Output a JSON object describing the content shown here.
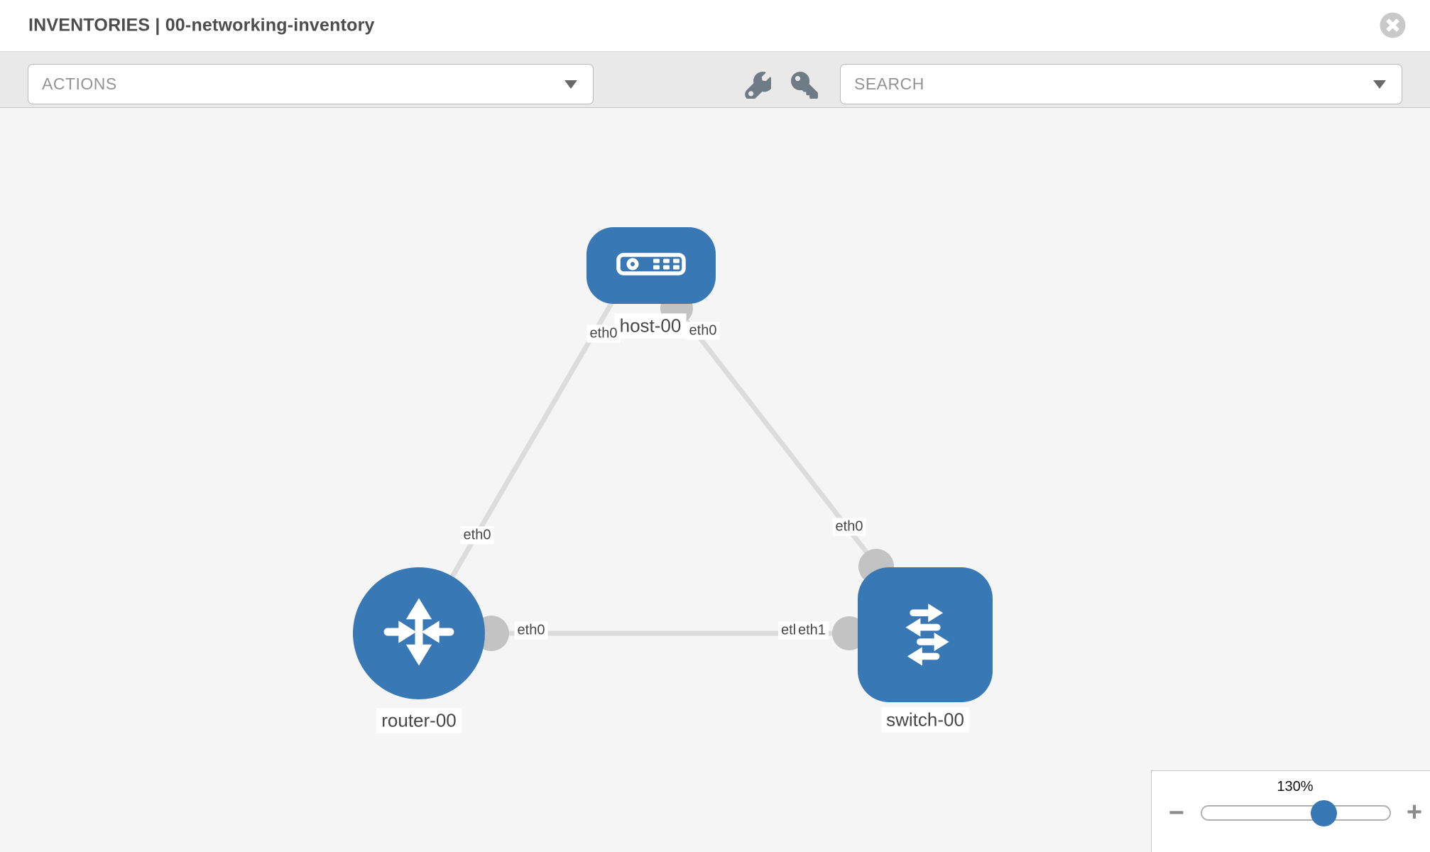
{
  "header": {
    "title": "INVENTORIES | 00-networking-inventory"
  },
  "toolbar": {
    "actions_label": "ACTIONS",
    "search_placeholder": "SEARCH",
    "icons": [
      "wrench-icon",
      "key-icon"
    ]
  },
  "topology": {
    "nodes": [
      {
        "id": "host-00",
        "label": "host-00",
        "type": "host"
      },
      {
        "id": "router-00",
        "label": "router-00",
        "type": "router"
      },
      {
        "id": "switch-00",
        "label": "switch-00",
        "type": "switch"
      }
    ],
    "edges": [
      {
        "from": "host-00",
        "to": "router-00",
        "from_label": "eth0",
        "to_label": "eth0"
      },
      {
        "from": "host-00",
        "to": "switch-00",
        "from_label": "eth0",
        "to_label": "eth0"
      },
      {
        "from": "router-00",
        "to": "switch-00",
        "from_label": "eth0",
        "to_label": "eth1",
        "to_label_overlapped": "eth2"
      }
    ]
  },
  "zoom_control": {
    "level": "130%",
    "minus_label": "−",
    "plus_label": "+"
  },
  "colors": {
    "node_blue": "#3878b4",
    "edge_gray": "#dcdcdc",
    "interface_gray": "#c3c3c3",
    "toolbar_gray": "#e9e9e9"
  }
}
